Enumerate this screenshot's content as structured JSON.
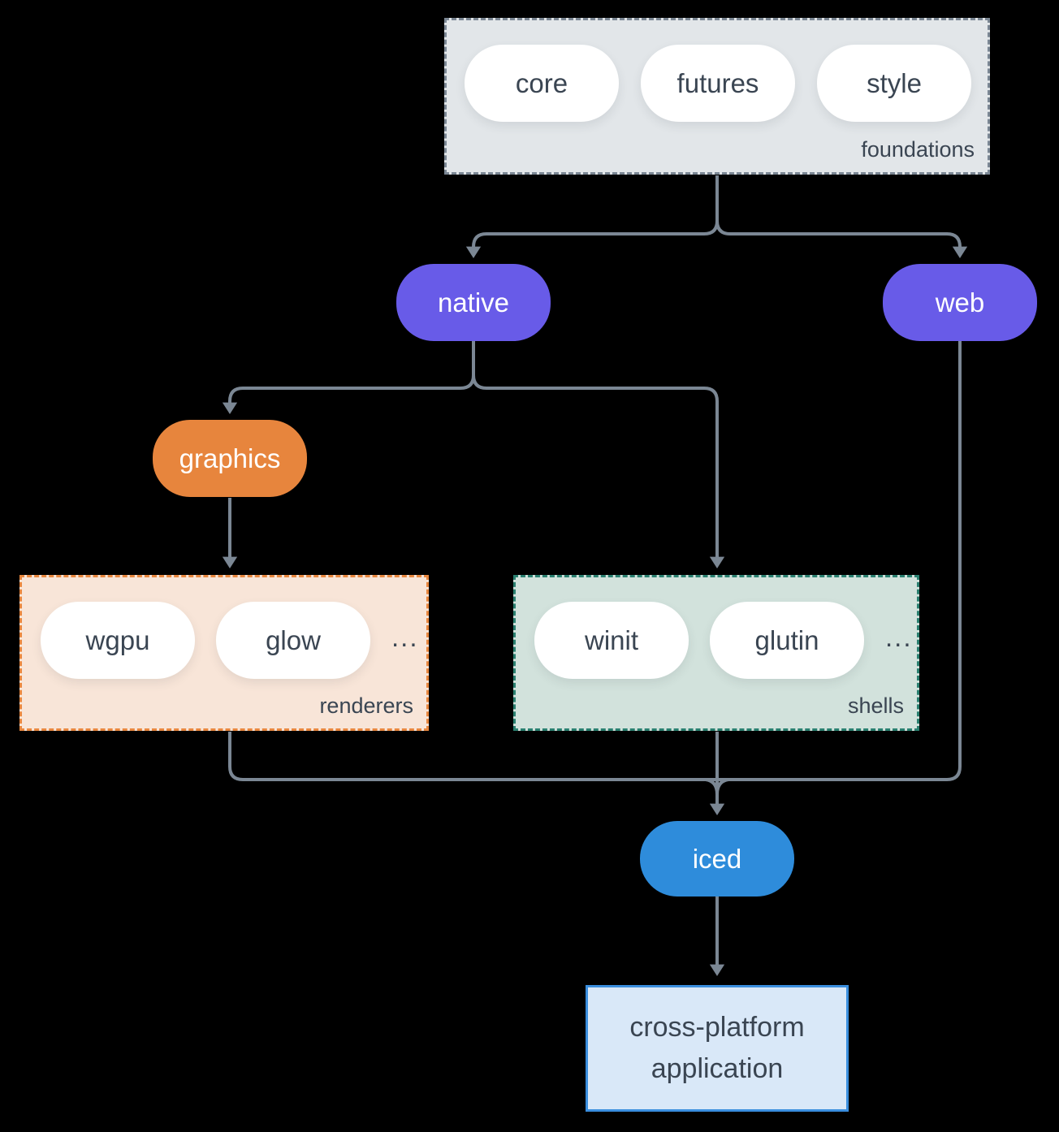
{
  "colors": {
    "background": "#000000",
    "arrow": "#7b8794",
    "foundations_fill": "#e2e6e9",
    "foundations_border": "#7b8794",
    "native_web_fill": "#685be8",
    "graphics_fill": "#e7853d",
    "renderers_fill": "#f8e5d8",
    "renderers_border": "#e8873f",
    "shells_fill": "#d2e2dc",
    "shells_border": "#2a8070",
    "iced_fill": "#2e8cdb",
    "app_fill": "#d9e8f8",
    "app_border": "#3a8ede",
    "text_dark": "#3a4552",
    "text_light": "#ffffff"
  },
  "groups": {
    "foundations": {
      "label": "foundations",
      "items": [
        "core",
        "futures",
        "style"
      ]
    },
    "renderers": {
      "label": "renderers",
      "items": [
        "wgpu",
        "glow"
      ],
      "more": "..."
    },
    "shells": {
      "label": "shells",
      "items": [
        "winit",
        "glutin"
      ],
      "more": "..."
    }
  },
  "nodes": {
    "native": {
      "label": "native"
    },
    "web": {
      "label": "web"
    },
    "graphics": {
      "label": "graphics"
    },
    "iced": {
      "label": "iced"
    },
    "application": {
      "label": "cross-platform application"
    }
  },
  "edges": [
    {
      "from": "foundations",
      "to": "native"
    },
    {
      "from": "foundations",
      "to": "web"
    },
    {
      "from": "native",
      "to": "graphics"
    },
    {
      "from": "native",
      "to": "shells"
    },
    {
      "from": "graphics",
      "to": "renderers"
    },
    {
      "from": "renderers",
      "to": "iced"
    },
    {
      "from": "shells",
      "to": "iced"
    },
    {
      "from": "web",
      "to": "iced"
    },
    {
      "from": "iced",
      "to": "application"
    }
  ]
}
